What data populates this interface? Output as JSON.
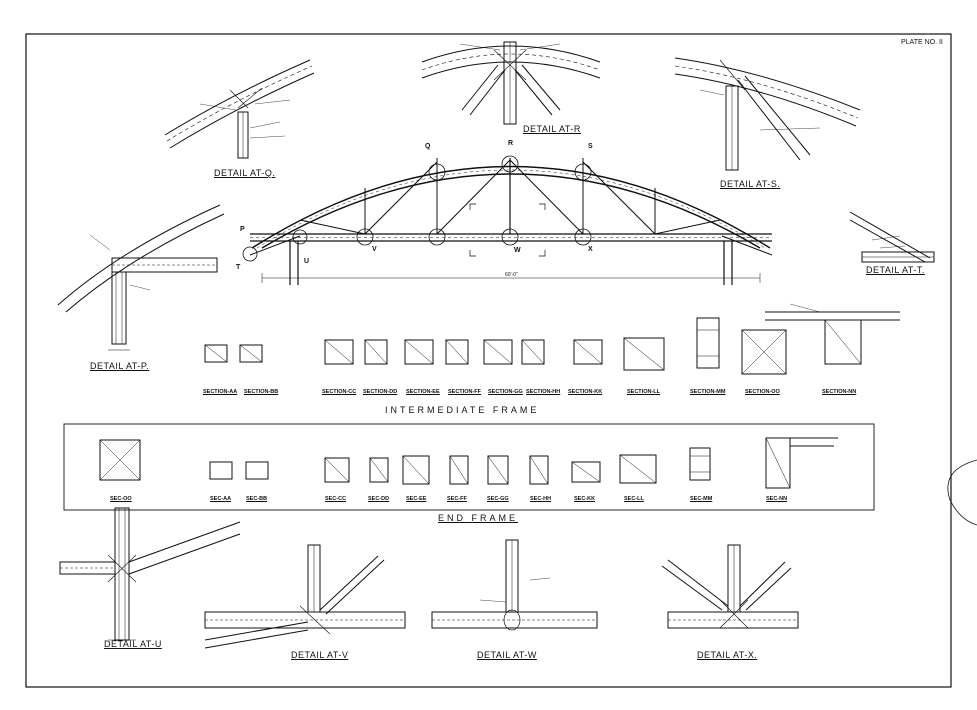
{
  "plate_no": "PLATE NO. II",
  "details": {
    "q": "DETAIL AT-Q.",
    "r": "DETAIL AT-R",
    "s": "DETAIL AT-S.",
    "t": "DETAIL AT-T.",
    "p": "DETAIL AT-P.",
    "u": "DETAIL AT-U",
    "v": "DETAIL AT-V",
    "w": "DETAIL AT-W",
    "x": "DETAIL AT-X."
  },
  "intermediate_frame": {
    "heading": "INTERMEDIATE FRAME",
    "sections": [
      "SECTION-AA",
      "SECTION-BB",
      "SECTION-CC",
      "SECTION-DD",
      "SECTION-EE",
      "SECTION-FF",
      "SECTION-GG",
      "SECTION-HH",
      "SECTION-KK",
      "SECTION-LL",
      "SECTION-MM",
      "SECTION-OO",
      "SECTION-NN"
    ]
  },
  "end_frame": {
    "heading": "END FRAME",
    "sections": [
      "SEC-OO",
      "SEC-AA",
      "SEC-BB",
      "SEC-CC",
      "SEC-DD",
      "SEC-EE",
      "SEC-FF",
      "SEC-GG",
      "SEC-HH",
      "SEC-KK",
      "SEC-LL",
      "SEC-MM",
      "SEC-NN"
    ]
  },
  "truss_marks": [
    "P",
    "Q",
    "R",
    "S",
    "T",
    "U",
    "V",
    "W",
    "X"
  ]
}
